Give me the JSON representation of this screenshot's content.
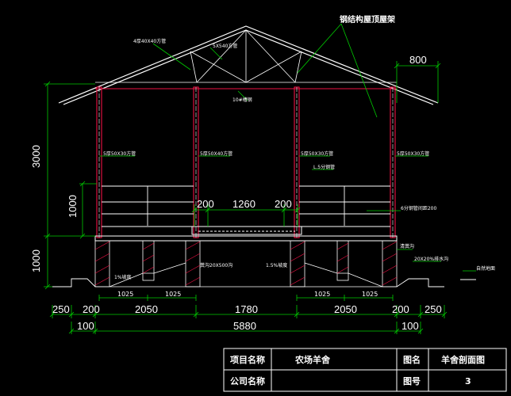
{
  "drawing": {
    "callouts": {
      "steel_truss": "钢结构屋顶屋架",
      "purlin_top": "4厚40X40方管",
      "rafter": "5X540方管",
      "tie": "10#槽钢",
      "post_left": "5厚50X30方管",
      "post_mid": "5厚50X40方管",
      "post_right1": "5厚50X30方管",
      "post_right2": "5厚50X30方管",
      "rail_pipe": "L.5分钢管",
      "floor_pipe": "6分钢管间距200",
      "trough": "清粪沟",
      "pit": "粪沟20X500沟",
      "floor_slope": "1.5%坡度",
      "drain": "20X20%排水沟",
      "ground": "自然地面",
      "ramp": "1%坡度"
    },
    "dims": {
      "eave": "800",
      "h_total": "3000",
      "h_rail": "1000",
      "h_base": "1000",
      "aisle_l": "200",
      "aisle_c": "1260",
      "aisle_r": "200",
      "a1": "1025",
      "a2": "1025",
      "a3": "1025",
      "a4": "1025",
      "b_250l": "250",
      "b_200l": "200",
      "b_2050l": "2050",
      "b_1780": "1780",
      "b_2050r": "2050",
      "b_200r": "200",
      "b_250r": "250",
      "c_100l": "100",
      "c_5880": "5880",
      "c_100r": "100"
    }
  },
  "title_block": {
    "project_label": "项目名称",
    "project_value": "农场羊舍",
    "company_label": "公司名称",
    "company_value": "",
    "drawing_name_label": "图名",
    "drawing_name_value": "羊舍剖面图",
    "drawing_no_label": "图号",
    "drawing_no_value": "3"
  }
}
